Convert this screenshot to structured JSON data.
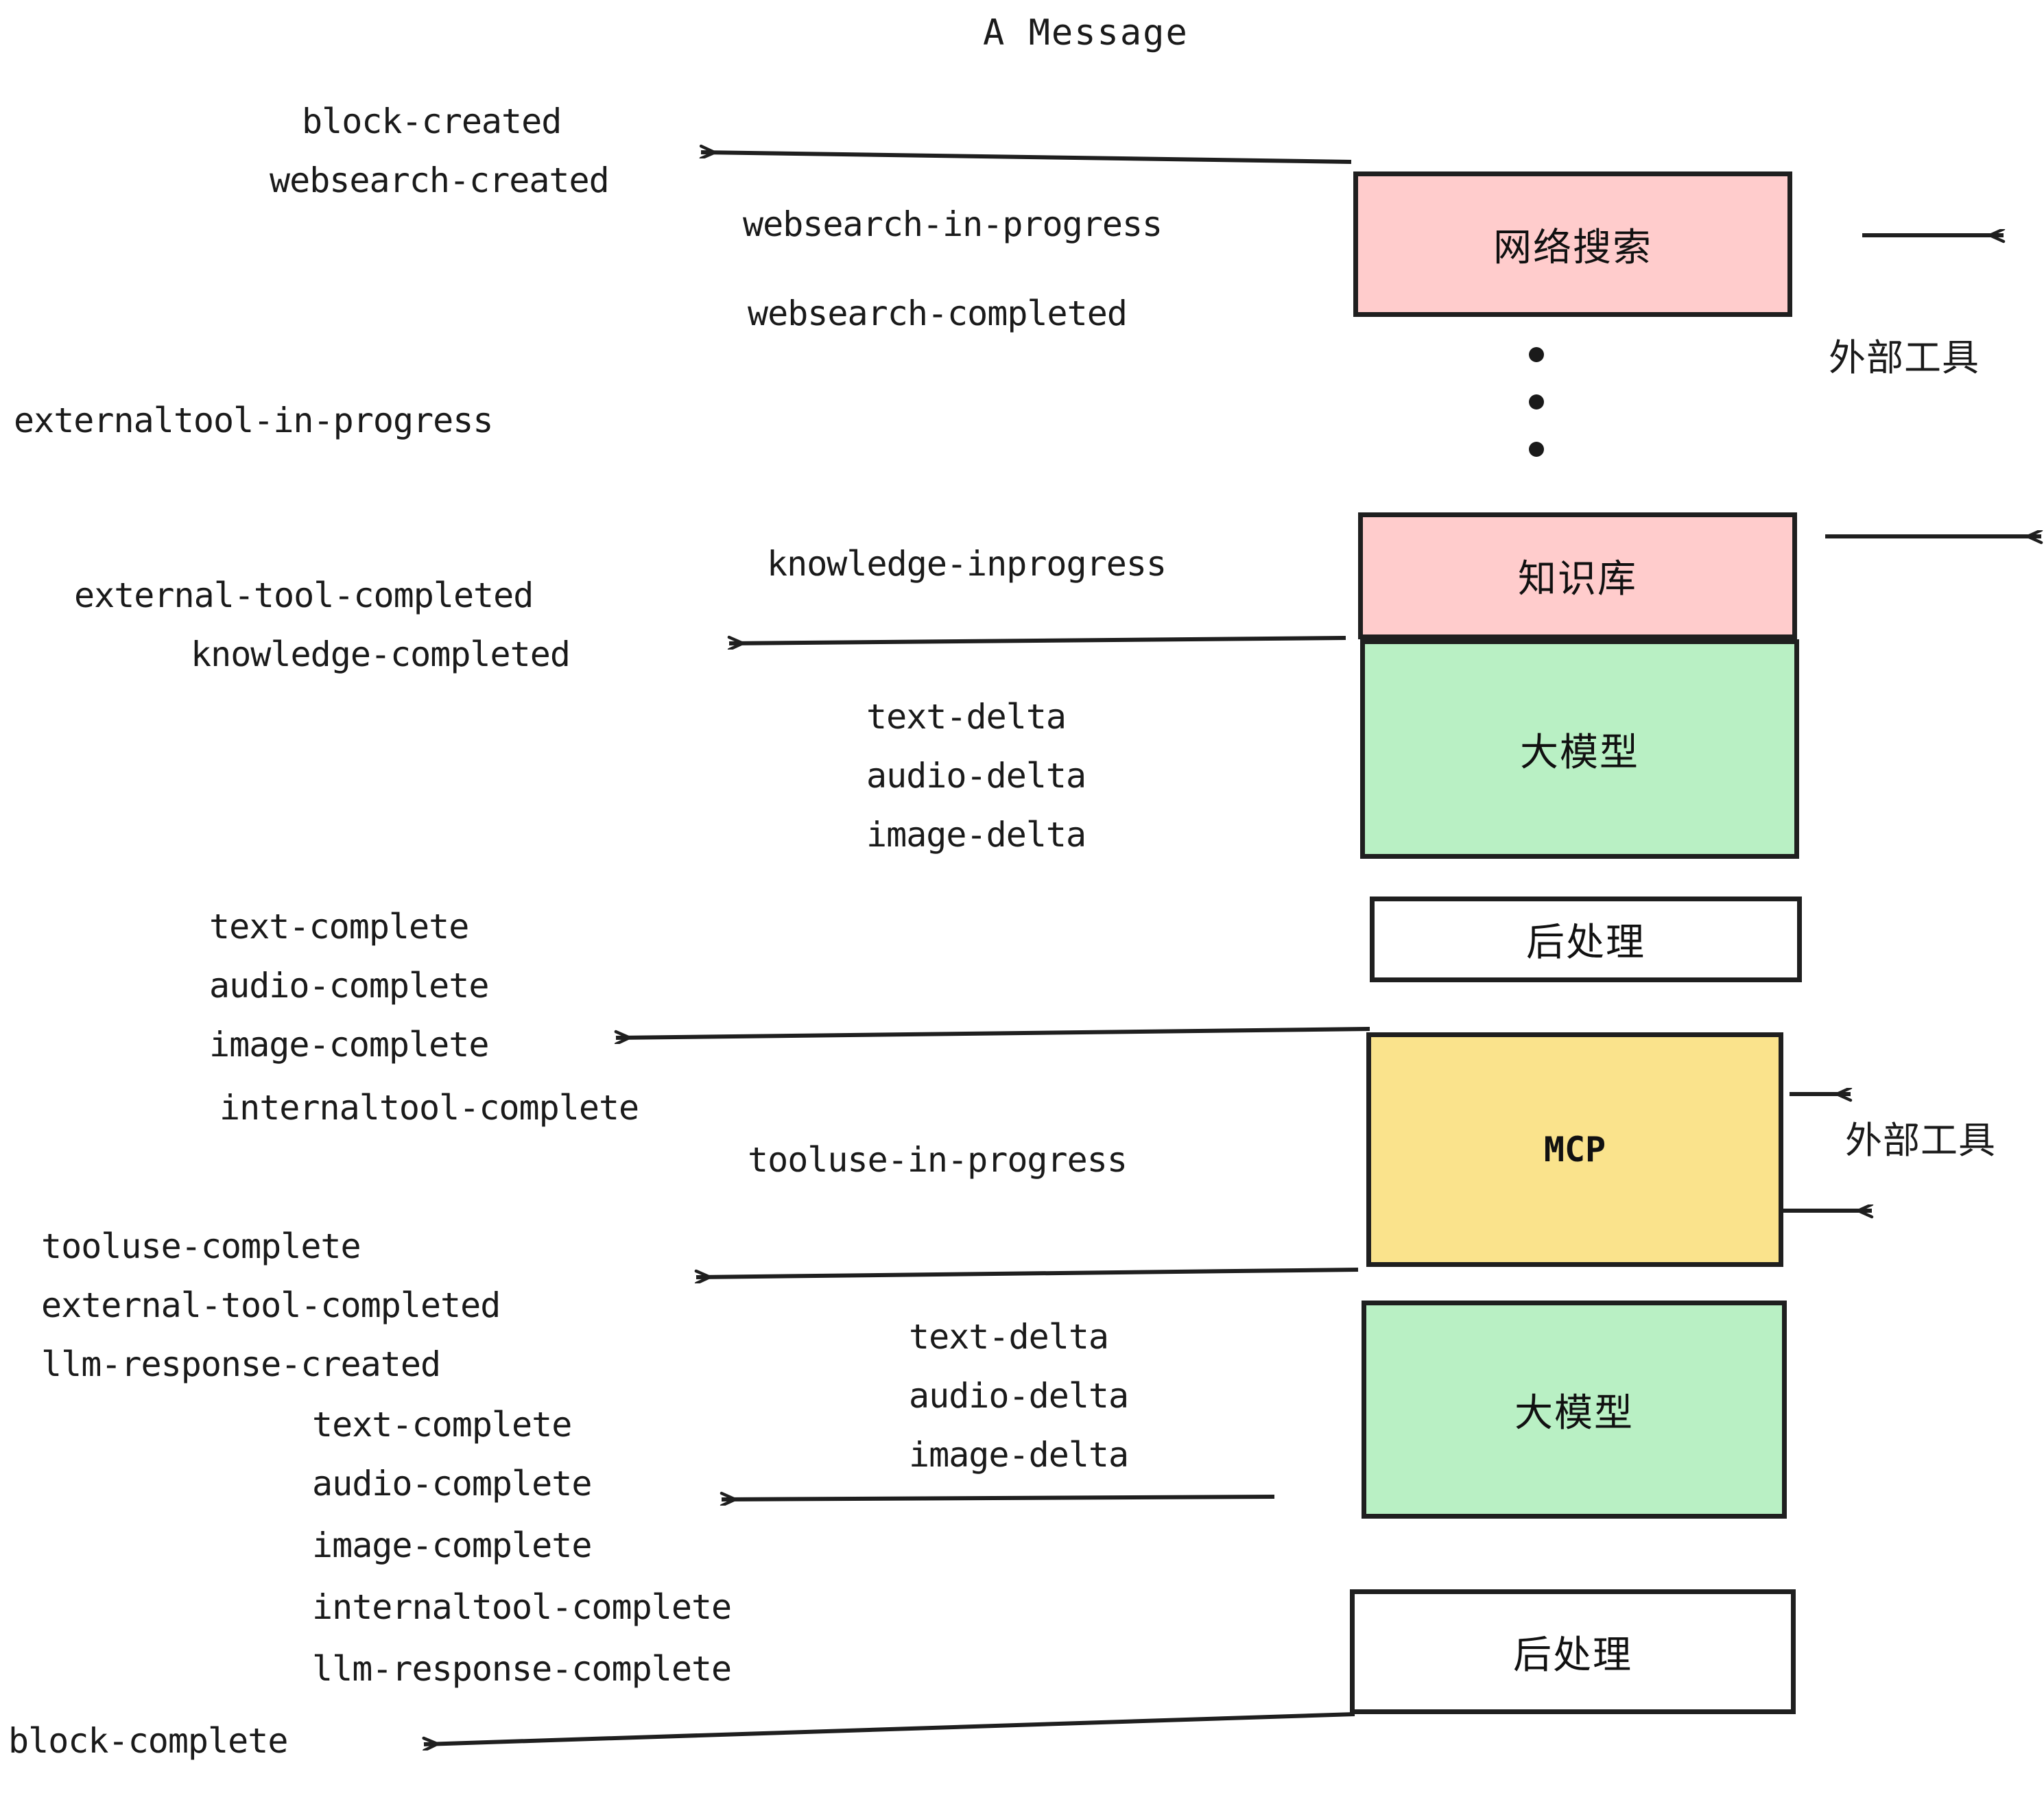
{
  "title": "A Message",
  "colors": {
    "pink": "#FFCCCC",
    "green": "#B9F0C4",
    "yellow": "#FAE38C",
    "white": "#FFFFFF",
    "stroke": "#1F1F1F",
    "text": "#1A1A1A"
  },
  "boxes": [
    {
      "label": "网络搜索",
      "fill": "pink"
    },
    {
      "label": "知识库",
      "fill": "pink"
    },
    {
      "label": "大模型",
      "fill": "green"
    },
    {
      "label": "后处理",
      "fill": "white"
    },
    {
      "label": "MCP",
      "fill": "yellow"
    },
    {
      "label": "大模型",
      "fill": "green"
    },
    {
      "label": "后处理",
      "fill": "white"
    }
  ],
  "side_labels": [
    {
      "label": "外部工具"
    },
    {
      "label": "外部工具"
    }
  ],
  "events": [
    {
      "text": "block-created"
    },
    {
      "text": "websearch-created"
    },
    {
      "text": "websearch-in-progress"
    },
    {
      "text": "websearch-completed"
    },
    {
      "text": "externaltool-in-progress"
    },
    {
      "text": "knowledge-inprogress"
    },
    {
      "text": "external-tool-completed"
    },
    {
      "text": "knowledge-completed"
    },
    {
      "text": "text-delta"
    },
    {
      "text": "audio-delta"
    },
    {
      "text": "image-delta"
    },
    {
      "text": "text-complete"
    },
    {
      "text": "audio-complete"
    },
    {
      "text": "image-complete"
    },
    {
      "text": "internaltool-complete"
    },
    {
      "text": "tooluse-in-progress"
    },
    {
      "text": "tooluse-complete"
    },
    {
      "text": "external-tool-completed"
    },
    {
      "text": "llm-response-created"
    },
    {
      "text": "text-delta"
    },
    {
      "text": "audio-delta"
    },
    {
      "text": "image-delta"
    },
    {
      "text": "text-complete"
    },
    {
      "text": "audio-complete"
    },
    {
      "text": "image-complete"
    },
    {
      "text": "internaltool-complete"
    },
    {
      "text": "llm-response-complete"
    },
    {
      "text": "block-complete"
    }
  ],
  "ellipsis_dots": 3
}
